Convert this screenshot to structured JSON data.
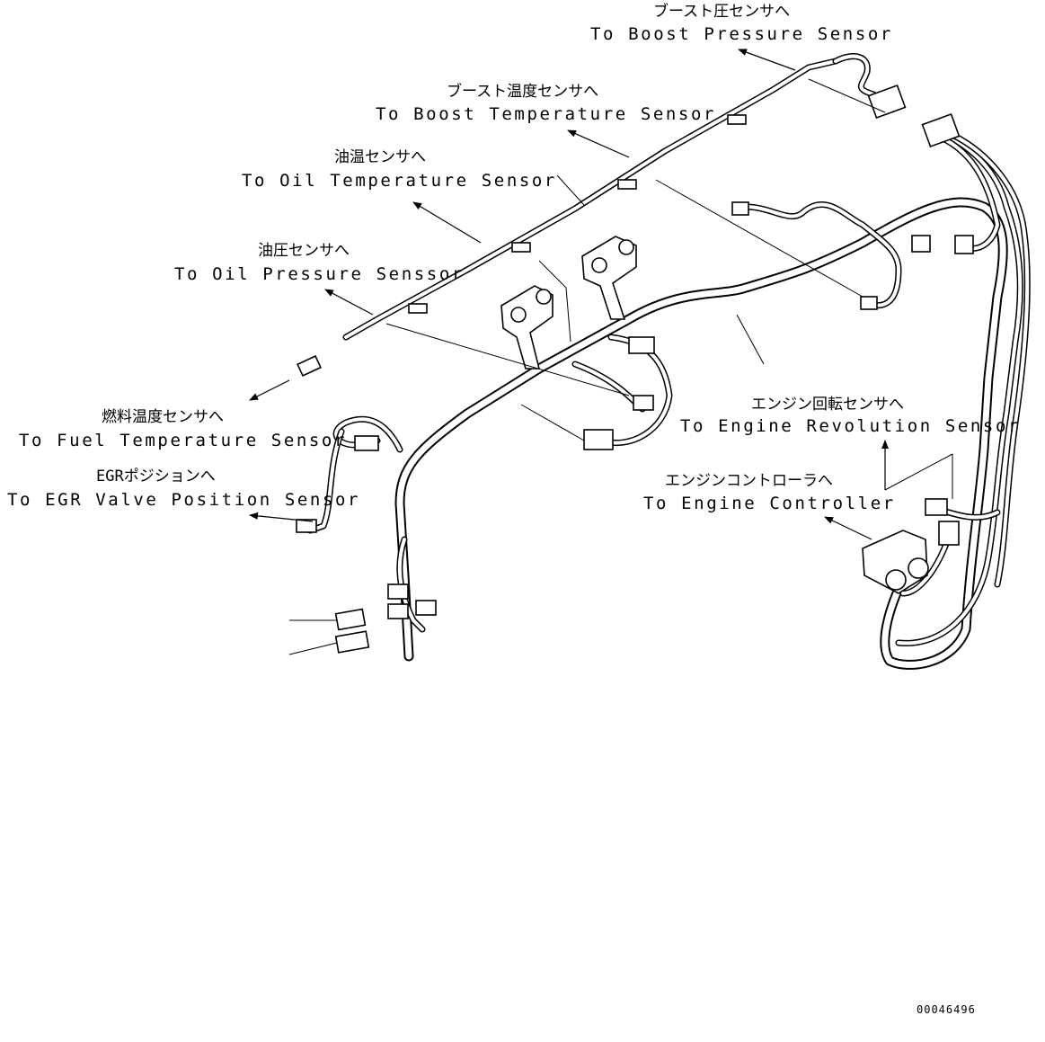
{
  "labels": {
    "boost_pressure": {
      "jp": "ブースト圧センサへ",
      "en": "To Boost Pressure Sensor"
    },
    "boost_temperature": {
      "jp": "ブースト温度センサへ",
      "en": "To Boost Temperature Sensor"
    },
    "oil_temperature": {
      "jp": "油温センサへ",
      "en": "To Oil Temperature Sensor"
    },
    "oil_pressure": {
      "jp": "油圧センサへ",
      "en": "To Oil Pressure Senssor"
    },
    "fuel_temperature": {
      "jp": "燃料温度センサへ",
      "en": "To Fuel Temperature Sensor"
    },
    "egr_position": {
      "jp": "EGRポジションへ",
      "en": "To EGR Valve Position Sensor"
    },
    "engine_revolution": {
      "jp": "エンジン回転センサへ",
      "en": "To Engine Revolution Sensor"
    },
    "engine_controller": {
      "jp": "エンジンコントローラへ",
      "en": "To Engine Controller"
    }
  },
  "drawing_number": "00046496"
}
